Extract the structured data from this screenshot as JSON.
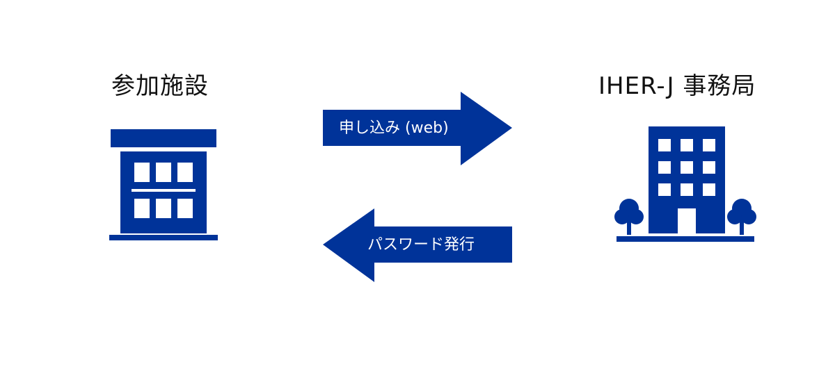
{
  "participant": {
    "label": "参加施設",
    "icon": "facility-building-icon"
  },
  "office": {
    "label": "IHER-J 事務局",
    "icon": "office-building-icon"
  },
  "flows": {
    "apply": "申し込み (web)",
    "password": "パスワード発行"
  },
  "colors": {
    "primary": "#003399",
    "text": "#111111",
    "background": "#ffffff"
  }
}
